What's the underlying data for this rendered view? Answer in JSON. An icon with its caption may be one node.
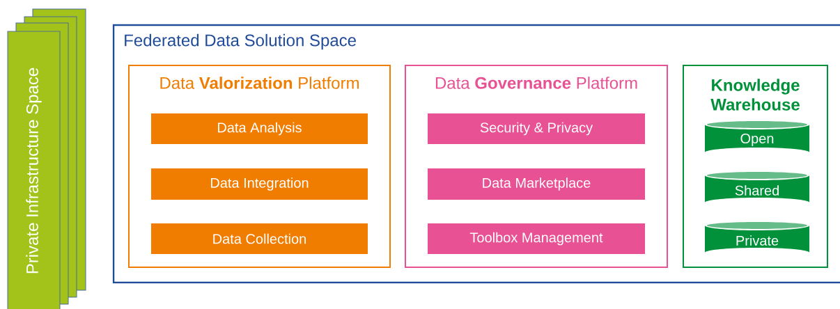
{
  "diagram": {
    "nodes": [
      {
        "text": [
          "Private Infrastructure Space"
        ]
      },
      {
        "text": [
          "Federated Data Solution Space"
        ]
      },
      {
        "text": [
          "Data **Valorization** Platform"
        ],
        "in": 1
      },
      {
        "text": [
          "Data Analysis"
        ],
        "in": 2
      },
      {
        "text": [
          "Data Integration"
        ],
        "in": 2
      },
      {
        "text": [
          "Data Collection"
        ],
        "in": 2
      },
      {
        "text": [
          "Data **Governance** Platform"
        ],
        "in": 1
      },
      {
        "text": [
          "Security & Privacy"
        ],
        "in": 6
      },
      {
        "text": [
          "Data Marketplace"
        ],
        "in": 6
      },
      {
        "text": [
          "Toolbox Management"
        ],
        "in": 6
      },
      {
        "text": [
          "Knowledge Warehouse"
        ],
        "in": 1
      },
      {
        "text": [
          "Open"
        ],
        "in": 10
      },
      {
        "text": [
          "Shared"
        ],
        "in": 10
      },
      {
        "text": [
          "Private"
        ],
        "in": 10
      }
    ]
  }
}
